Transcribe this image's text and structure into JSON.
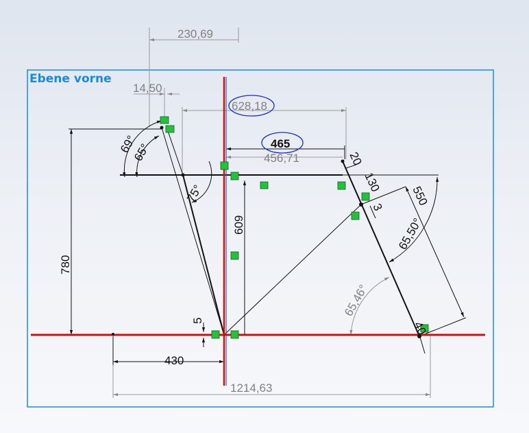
{
  "plane_title": "Ebene vorne",
  "dimensions": {
    "d230": "230,69",
    "d14": "14,50",
    "d628": "628,18",
    "d465": "465",
    "d456": "456,71",
    "d780": "780",
    "d609": "609",
    "d430": "430",
    "d1214": "1214,63",
    "d5": "5",
    "a69": "69°",
    "a65": "65°",
    "a75": "75°",
    "d20": "20",
    "d130": "130",
    "d3": "3",
    "d550": "550",
    "a6550": "65,50°",
    "a6546": "65,46°",
    "d40": "40"
  },
  "colors": {
    "frame": "#1a8ae0",
    "axis": "#d01010",
    "relation": "#22c33a",
    "annotation": "#1a2ad0"
  }
}
